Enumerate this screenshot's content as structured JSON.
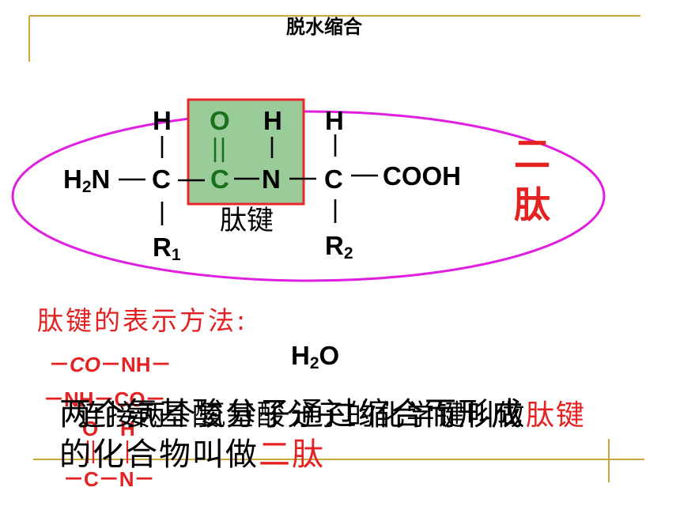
{
  "slide": {
    "title": "脱水缩合",
    "colors": {
      "template_line": "#c8a93a",
      "ellipse": "#e020e0",
      "peptide_box_fill": "#99cc99",
      "peptide_box_border": "#e8262b",
      "carbonyl_green": "#1a6f1a",
      "highlight_red": "#e42222",
      "text": "#000000"
    }
  },
  "diagram": {
    "amino_group": {
      "h": "H",
      "sub": "2",
      "n": "N"
    },
    "alpha_carbon_1": {
      "h": "H",
      "c": "C",
      "r": "R",
      "r_sub": "1"
    },
    "carbonyl": {
      "o": "O",
      "c": "C"
    },
    "amide": {
      "h": "H",
      "n": "N"
    },
    "alpha_carbon_2": {
      "h": "H",
      "c": "C",
      "r": "R",
      "r_sub": "2"
    },
    "carboxyl": "COOH",
    "peptide_bond_label": "肽键",
    "product_label": [
      "二",
      "肽"
    ]
  },
  "byproduct_water": {
    "h": "H",
    "sub": "2",
    "o": "O"
  },
  "notation": {
    "heading": "肽键的表示方法:",
    "form_1": {
      "lead": "－",
      "co": "CO",
      "tail": "－NH－"
    },
    "form_2": "－NH－CO－",
    "form_3": {
      "o": "O",
      "h": "H",
      "chain": "－C－N－"
    }
  },
  "definitions": {
    "dipeptide": {
      "line1": "两个氨基酸分子通过缩合而形成",
      "line2": "的化合物叫做",
      "term": "二肽"
    },
    "peptide_bond": {
      "text": "连接两个氨基酸分子的化学键叫做",
      "term": "肽键"
    }
  }
}
